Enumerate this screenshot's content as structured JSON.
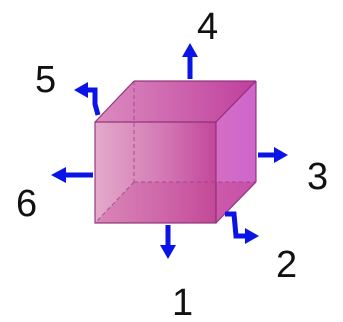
{
  "colors": {
    "arrow": "#0a14e6",
    "face_front_left": "#e0a7c9",
    "face_front_right": "#c44f9f",
    "face_right": "#d36fc9",
    "face_top": "#c552a6",
    "edge": "#8a2d73"
  },
  "faces": [
    {
      "number": "1",
      "direction": "bottom"
    },
    {
      "number": "2",
      "direction": "back"
    },
    {
      "number": "3",
      "direction": "right"
    },
    {
      "number": "4",
      "direction": "top"
    },
    {
      "number": "5",
      "direction": "front"
    },
    {
      "number": "6",
      "direction": "left"
    }
  ]
}
